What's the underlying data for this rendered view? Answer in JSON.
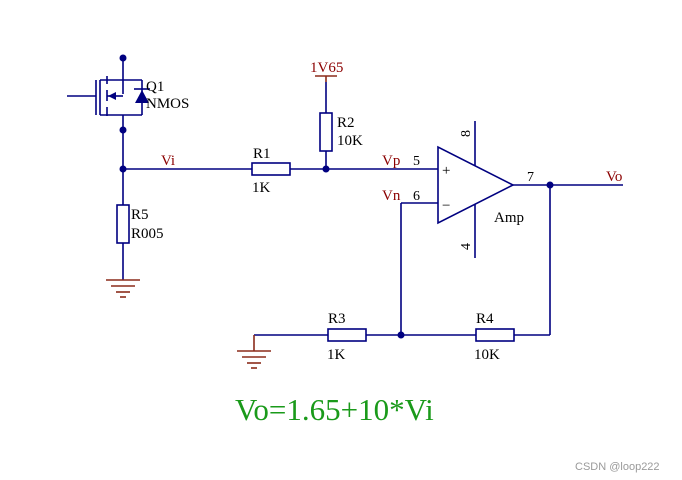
{
  "components": {
    "q1": {
      "designator": "Q1",
      "type": "NMOS"
    },
    "r1": {
      "designator": "R1",
      "value": "1K"
    },
    "r2": {
      "designator": "R2",
      "value": "10K"
    },
    "r3": {
      "designator": "R3",
      "value": "1K"
    },
    "r4": {
      "designator": "R4",
      "value": "10K"
    },
    "r5": {
      "designator": "R5",
      "value": "R005"
    },
    "amp": {
      "label": "Amp",
      "plus": "+",
      "minus": "−"
    }
  },
  "nets": {
    "supply": "1V65",
    "vi": "Vi",
    "vp": "Vp",
    "vn": "Vn",
    "vo": "Vo"
  },
  "pins": {
    "p5": "5",
    "p6": "6",
    "p7": "7",
    "p8": "8",
    "p4": "4"
  },
  "formula": "Vo=1.65+10*Vi",
  "watermark": "CSDN @loop222",
  "colors": {
    "wire": "#000080",
    "net_label": "#8b0000",
    "ground": "#8b2b1a",
    "formula": "#1a9a1a"
  }
}
